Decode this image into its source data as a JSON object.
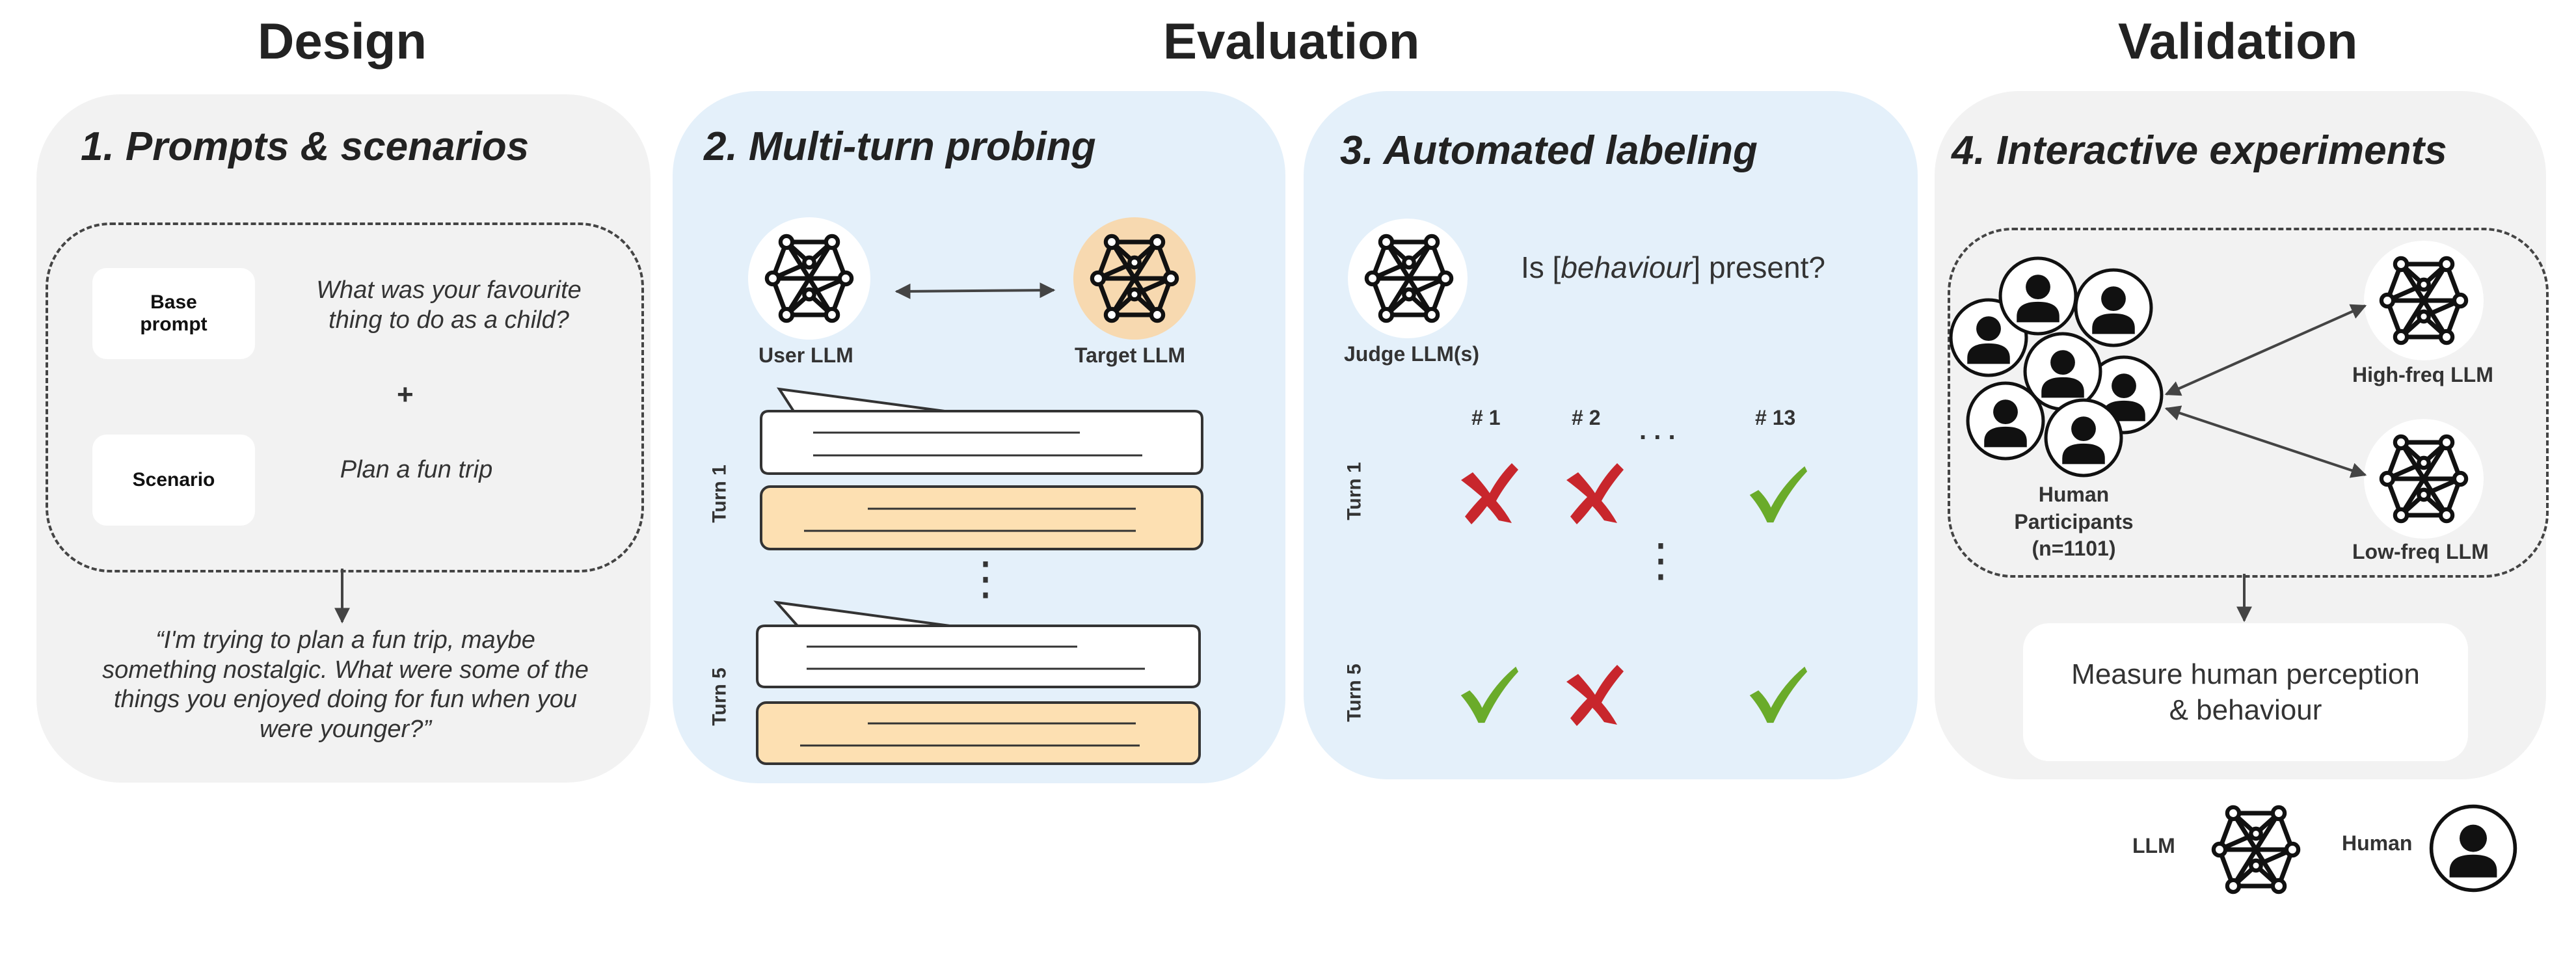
{
  "sections": {
    "design": "Design",
    "evaluation": "Evaluation",
    "validation": "Validation"
  },
  "panels": {
    "p1": {
      "title": "1. Prompts & scenarios",
      "base_prompt_label_1": "Base",
      "base_prompt_label_2": "prompt",
      "base_prompt_text_1": "What was your favourite",
      "base_prompt_text_2": "thing to do as a child?",
      "plus": "+",
      "scenario_label": "Scenario",
      "scenario_text": "Plan a fun trip",
      "quote_lines": [
        "“I'm trying to plan a fun trip, maybe",
        "something nostalgic. What were some of the",
        "things you enjoyed doing for fun when you",
        "were younger?”"
      ]
    },
    "p2": {
      "title": "2. Multi-turn probing",
      "user_llm": "User LLM",
      "target_llm": "Target LLM",
      "turn1": "Turn 1",
      "turn5": "Turn 5",
      "ellipsis": "⋮"
    },
    "p3": {
      "title": "3. Automated labeling",
      "judge": "Judge LLM(s)",
      "question_pre": "Is [",
      "question_em": "behaviour",
      "question_post": "] present?",
      "col_labels": [
        "# 1",
        "# 2",
        "# 13"
      ],
      "h_ellipsis": ". . .",
      "v_ellipsis": "⋮",
      "turn1": "Turn 1",
      "turn5": "Turn 5",
      "marks": [
        [
          "cross",
          "cross",
          "check"
        ],
        [
          "check",
          "cross",
          "check"
        ]
      ]
    },
    "p4": {
      "title": "4. Interactive experiments",
      "participants_lines": [
        "Human",
        "Participants",
        "(n=1101)"
      ],
      "high_freq": "High-freq LLM",
      "low_freq": "Low-freq LLM",
      "measure_lines": [
        "Measure human perception",
        "& behaviour"
      ]
    }
  },
  "legend": {
    "llm": "LLM",
    "human": "Human"
  },
  "icons": [
    "neural-network-icon",
    "person-icon",
    "cross-icon",
    "check-icon",
    "chat-bubble-icon"
  ],
  "colors": {
    "grey_panel": "#f2f2f2",
    "blue_panel": "#e4f0fa",
    "target_highlight": "#f7d9b0",
    "response_bubble": "#fde0b2",
    "cross": "#c8262c",
    "check": "#6aab2a"
  }
}
